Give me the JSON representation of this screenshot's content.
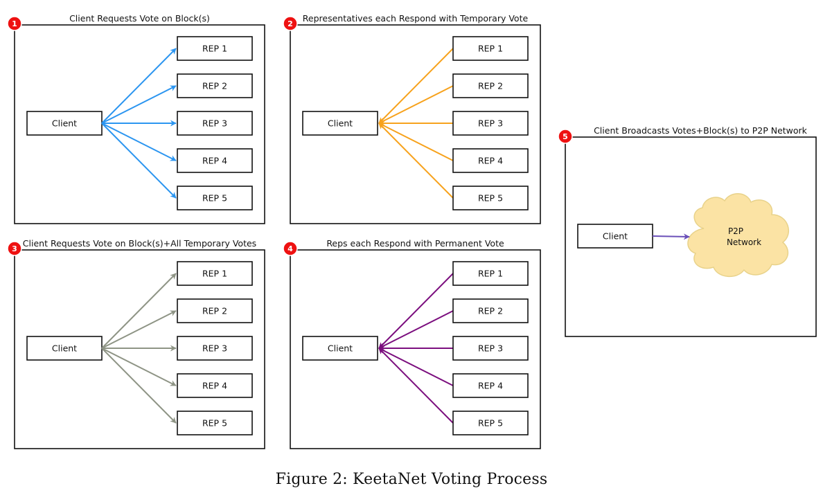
{
  "caption": "Figure 2: KeetaNet Voting Process",
  "client_label": "Client",
  "panels": [
    {
      "number": "1",
      "title": "Client Requests Vote on Block(s)",
      "reps": [
        "REP 1",
        "REP 2",
        "REP 3",
        "REP 4",
        "REP 5"
      ],
      "direction": "client-to-reps",
      "arrow_color": "#2b95f0"
    },
    {
      "number": "2",
      "title": "Representatives each Respond with Temporary Vote",
      "reps": [
        "REP 1",
        "REP 2",
        "REP 3",
        "REP 4",
        "REP 5"
      ],
      "direction": "reps-to-client",
      "arrow_color": "#f7a21c"
    },
    {
      "number": "3",
      "title": "Client Requests Vote on Block(s)+All Temporary Votes",
      "reps": [
        "REP 1",
        "REP 2",
        "REP 3",
        "REP 4",
        "REP 5"
      ],
      "direction": "client-to-reps",
      "arrow_color": "#8e9485"
    },
    {
      "number": "4",
      "title": "Reps each Respond with Permanent Vote",
      "reps": [
        "REP 1",
        "REP 2",
        "REP 3",
        "REP 4",
        "REP 5"
      ],
      "direction": "reps-to-client",
      "arrow_color": "#7b0e7e"
    }
  ],
  "broadcast_panel": {
    "number": "5",
    "title": "Client Broadcasts Votes+Block(s) to P2P Network",
    "network_label_line1": "P2P",
    "network_label_line2": "Network",
    "arrow_color": "#6a4fb8",
    "cloud_fill": "#fbe3a4",
    "cloud_stroke": "#e8d28a"
  },
  "badge_color": "#ee1111"
}
